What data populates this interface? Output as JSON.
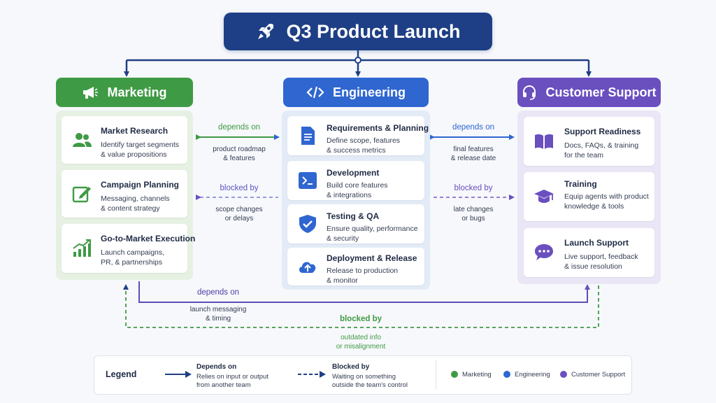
{
  "title": "Q3 Product Launch",
  "colors": {
    "navy": "#1e3f85",
    "marketing": "#3f9a45",
    "engineering": "#2f66d0",
    "support": "#6a4fbf"
  },
  "teams": {
    "marketing": {
      "name": "Marketing",
      "icon": "megaphone-icon",
      "cards": [
        {
          "title": "Market Research",
          "desc": "Identify target segments\n& value propositions",
          "icon": "people-icon"
        },
        {
          "title": "Campaign Planning",
          "desc": "Messaging, channels\n& content strategy",
          "icon": "edit-icon"
        },
        {
          "title": "Go-to-Market Execution",
          "desc": "Launch campaigns,\nPR, & partnerships",
          "icon": "growth-chart-icon"
        }
      ]
    },
    "engineering": {
      "name": "Engineering",
      "icon": "code-icon",
      "cards": [
        {
          "title": "Requirements & Planning",
          "desc": "Define scope, features\n& success metrics",
          "icon": "document-icon"
        },
        {
          "title": "Development",
          "desc": "Build core features\n& integrations",
          "icon": "terminal-icon"
        },
        {
          "title": "Testing & QA",
          "desc": "Ensure quality, performance\n& security",
          "icon": "shield-check-icon"
        },
        {
          "title": "Deployment & Release",
          "desc": "Release to production\n& monitor",
          "icon": "cloud-upload-icon"
        }
      ]
    },
    "support": {
      "name": "Customer Support",
      "icon": "headset-icon",
      "cards": [
        {
          "title": "Support Readiness",
          "desc": "Docs, FAQs, & training\nfor the team",
          "icon": "book-icon"
        },
        {
          "title": "Training",
          "desc": "Equip agents with product\nknowledge & tools",
          "icon": "graduation-cap-icon"
        },
        {
          "title": "Launch Support",
          "desc": "Live support, feedback\n& issue resolution",
          "icon": "chat-bubble-icon"
        }
      ]
    }
  },
  "relations": {
    "mkt_eng_depends": {
      "label": "depends on",
      "desc": "product roadmap\n& features"
    },
    "mkt_eng_blocked": {
      "label": "blocked by",
      "desc": "scope changes\nor delays"
    },
    "eng_sup_depends": {
      "label": "depends on",
      "desc": "final features\n& release date"
    },
    "eng_sup_blocked": {
      "label": "blocked by",
      "desc": "late changes\nor bugs"
    },
    "sup_mkt_depends": {
      "label": "depends on",
      "desc": "launch messaging\n& timing"
    },
    "mkt_sup_blocked": {
      "label": "blocked by",
      "desc": "outdated info\nor misalignment"
    }
  },
  "legend": {
    "title": "Legend",
    "depends_title": "Depends on",
    "depends_desc": "Relies on input or output\nfrom another team",
    "blocked_title": "Blocked by",
    "blocked_desc": "Waiting on something\noutside the team's control",
    "marketing": "Marketing",
    "engineering": "Engineering",
    "support": "Customer Support"
  }
}
